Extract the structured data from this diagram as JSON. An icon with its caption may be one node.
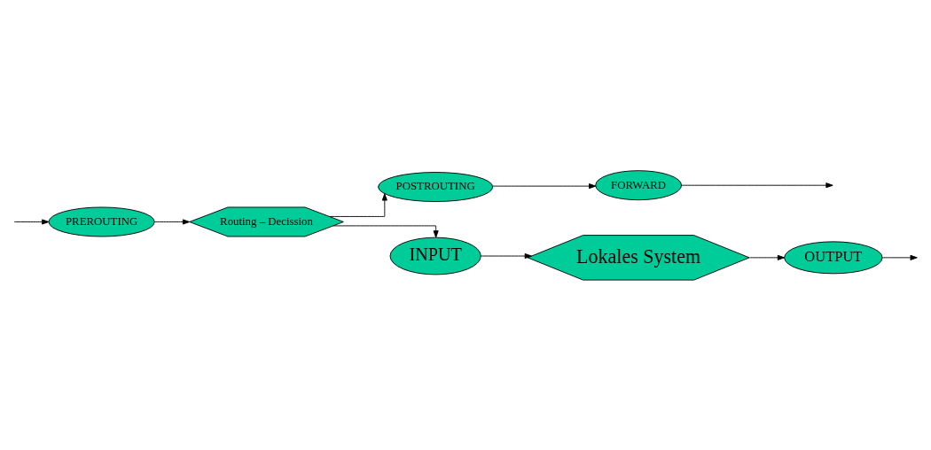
{
  "diagram": {
    "nodes": [
      {
        "text": [
          "PREROUTING"
        ]
      },
      {
        "text": [
          "Routing – Decission"
        ]
      },
      {
        "text": [
          "POSTROUTING"
        ]
      },
      {
        "text": [
          "FORWARD"
        ]
      },
      {
        "text": [
          "INPUT"
        ]
      },
      {
        "text": [
          "OUTPUT"
        ]
      },
      {
        "text": [
          "Lokales System"
        ]
      }
    ],
    "edges": [
      {
        "from": null,
        "to": 0,
        "arrow": "to"
      },
      {
        "from": 0,
        "to": 1,
        "arrow": "to"
      },
      {
        "from": 1,
        "to": 2,
        "arrow": "to"
      },
      {
        "from": 2,
        "to": 3,
        "arrow": "to"
      },
      {
        "from": 3,
        "to": null,
        "arrow": "to"
      },
      {
        "from": 1,
        "to": 4,
        "arrow": "to"
      },
      {
        "from": 4,
        "to": 6,
        "arrow": "to"
      },
      {
        "from": 6,
        "to": 5,
        "arrow": "to"
      },
      {
        "from": 5,
        "to": null,
        "arrow": "to"
      }
    ]
  }
}
